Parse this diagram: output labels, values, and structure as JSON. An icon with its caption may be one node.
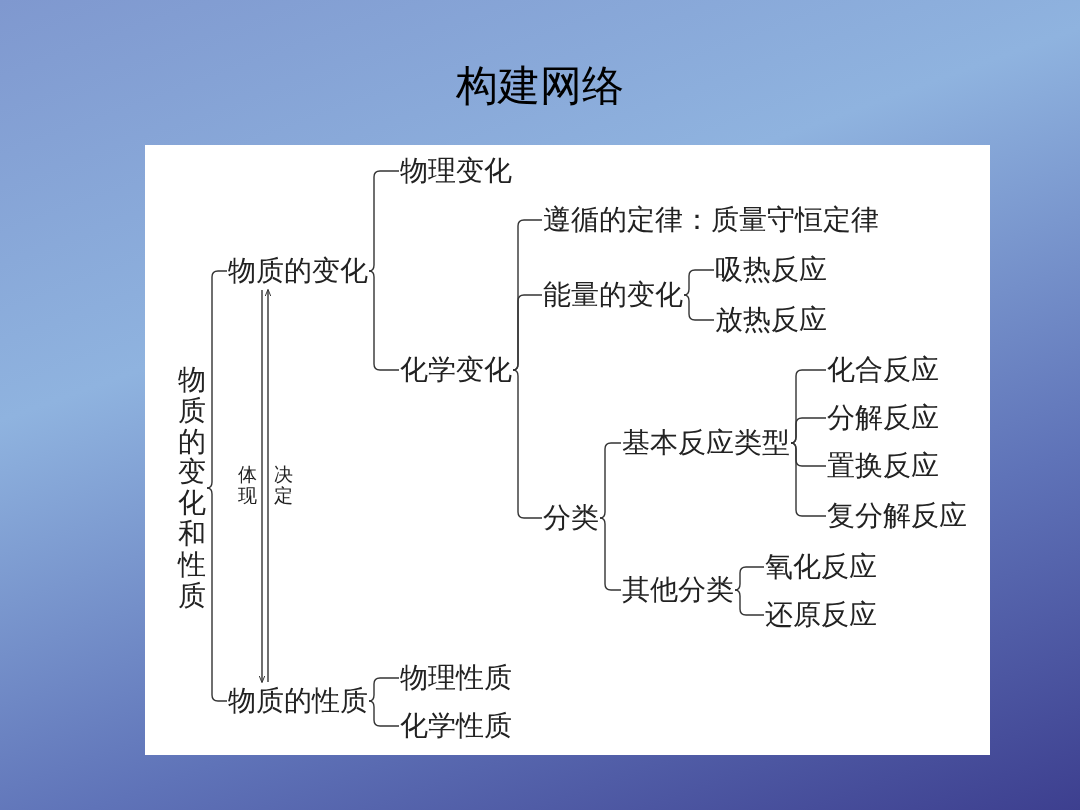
{
  "diagram": {
    "title": "构建网络",
    "nodes": [
      {
        "text": [
          "物质的变化和性质"
        ]
      },
      {
        "text": [
          "物质的变化"
        ]
      },
      {
        "text": [
          "物理变化"
        ]
      },
      {
        "text": [
          "化学变化"
        ]
      },
      {
        "text": [
          "遵循的定律：质量守恒定律"
        ]
      },
      {
        "text": [
          "能量的变化"
        ]
      },
      {
        "text": [
          "吸热反应"
        ]
      },
      {
        "text": [
          "放热反应"
        ]
      },
      {
        "text": [
          "分类"
        ]
      },
      {
        "text": [
          "基本反应类型"
        ]
      },
      {
        "text": [
          "化合反应"
        ]
      },
      {
        "text": [
          "分解反应"
        ]
      },
      {
        "text": [
          "置换反应"
        ]
      },
      {
        "text": [
          "复分解反应"
        ]
      },
      {
        "text": [
          "其他分类"
        ]
      },
      {
        "text": [
          "氧化反应"
        ]
      },
      {
        "text": [
          "还原反应"
        ]
      },
      {
        "text": [
          "物质的性质"
        ]
      },
      {
        "text": [
          "物理性质"
        ]
      },
      {
        "text": [
          "化学性质"
        ]
      }
    ],
    "edges": [
      {
        "from": 0,
        "to": 1,
        "arrow": "none"
      },
      {
        "from": 0,
        "to": 17,
        "arrow": "none"
      },
      {
        "from": 1,
        "to": 2,
        "arrow": "none"
      },
      {
        "from": 1,
        "to": 3,
        "arrow": "none"
      },
      {
        "from": 3,
        "to": 4,
        "arrow": "none"
      },
      {
        "from": 3,
        "to": 5,
        "arrow": "none"
      },
      {
        "from": 3,
        "to": 8,
        "arrow": "none"
      },
      {
        "from": 5,
        "to": 6,
        "arrow": "none"
      },
      {
        "from": 5,
        "to": 7,
        "arrow": "none"
      },
      {
        "from": 8,
        "to": 9,
        "arrow": "none"
      },
      {
        "from": 8,
        "to": 14,
        "arrow": "none"
      },
      {
        "from": 9,
        "to": 10,
        "arrow": "none"
      },
      {
        "from": 9,
        "to": 11,
        "arrow": "none"
      },
      {
        "from": 9,
        "to": 12,
        "arrow": "none"
      },
      {
        "from": 9,
        "to": 13,
        "arrow": "none"
      },
      {
        "from": 14,
        "to": 15,
        "arrow": "none"
      },
      {
        "from": 14,
        "to": 16,
        "arrow": "none"
      },
      {
        "from": 17,
        "to": 18,
        "arrow": "none"
      },
      {
        "from": 17,
        "to": 19,
        "arrow": "none"
      },
      {
        "from": 1,
        "to": 17,
        "arrow": "to",
        "label": "体现"
      },
      {
        "from": 17,
        "to": 1,
        "arrow": "to",
        "label": "决定"
      }
    ]
  }
}
